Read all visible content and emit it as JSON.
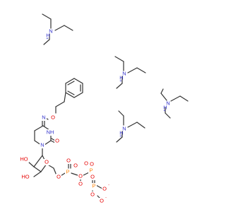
{
  "colors": {
    "bond": "#333333",
    "nitrogen": "#3333cc",
    "oxygen": "#e60000",
    "phosphorus": "#ff8000",
    "background": "#ffffff"
  },
  "labels": {
    "n_plus_h": "N",
    "h": "H",
    "plus": "+",
    "minus": "-",
    "n": "N",
    "o": "O",
    "p": "P",
    "ho": "HO",
    "oh": "OH",
    "nh": "NH"
  },
  "molecule": {
    "cations": [
      {
        "name": "triethylammonium-1",
        "label": "NH+"
      },
      {
        "name": "triethylammonium-2",
        "label": "NH+"
      },
      {
        "name": "triethylammonium-3",
        "label": "NH+"
      },
      {
        "name": "triethylammonium-4",
        "label": "NH+"
      }
    ],
    "anion": {
      "name": "nucleotide-triphosphate-anion",
      "fragments": [
        "3-phenylpropoxy-imino",
        "tetrahydropyrimidinone",
        "ribose",
        "triphosphate"
      ]
    }
  }
}
